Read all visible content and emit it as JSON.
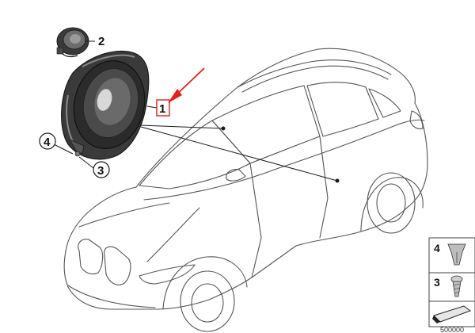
{
  "callouts": {
    "part1": "1",
    "part2": "2",
    "part3": "3",
    "part4": "4"
  },
  "legend": {
    "items": [
      {
        "number": "4",
        "part": "expanding-clip-icon"
      },
      {
        "number": "3",
        "part": "tapping-screw-icon"
      }
    ],
    "bottom_icon": "tool-wedge-icon"
  },
  "diagram_ref": "500000",
  "colors": {
    "line": "#1a1a1a",
    "car_outline": "#555555",
    "highlight": "#e0201a",
    "speaker_dark": "#2b2b2b",
    "speaker_mid": "#6d6d6d",
    "legend_border": "#444444"
  }
}
